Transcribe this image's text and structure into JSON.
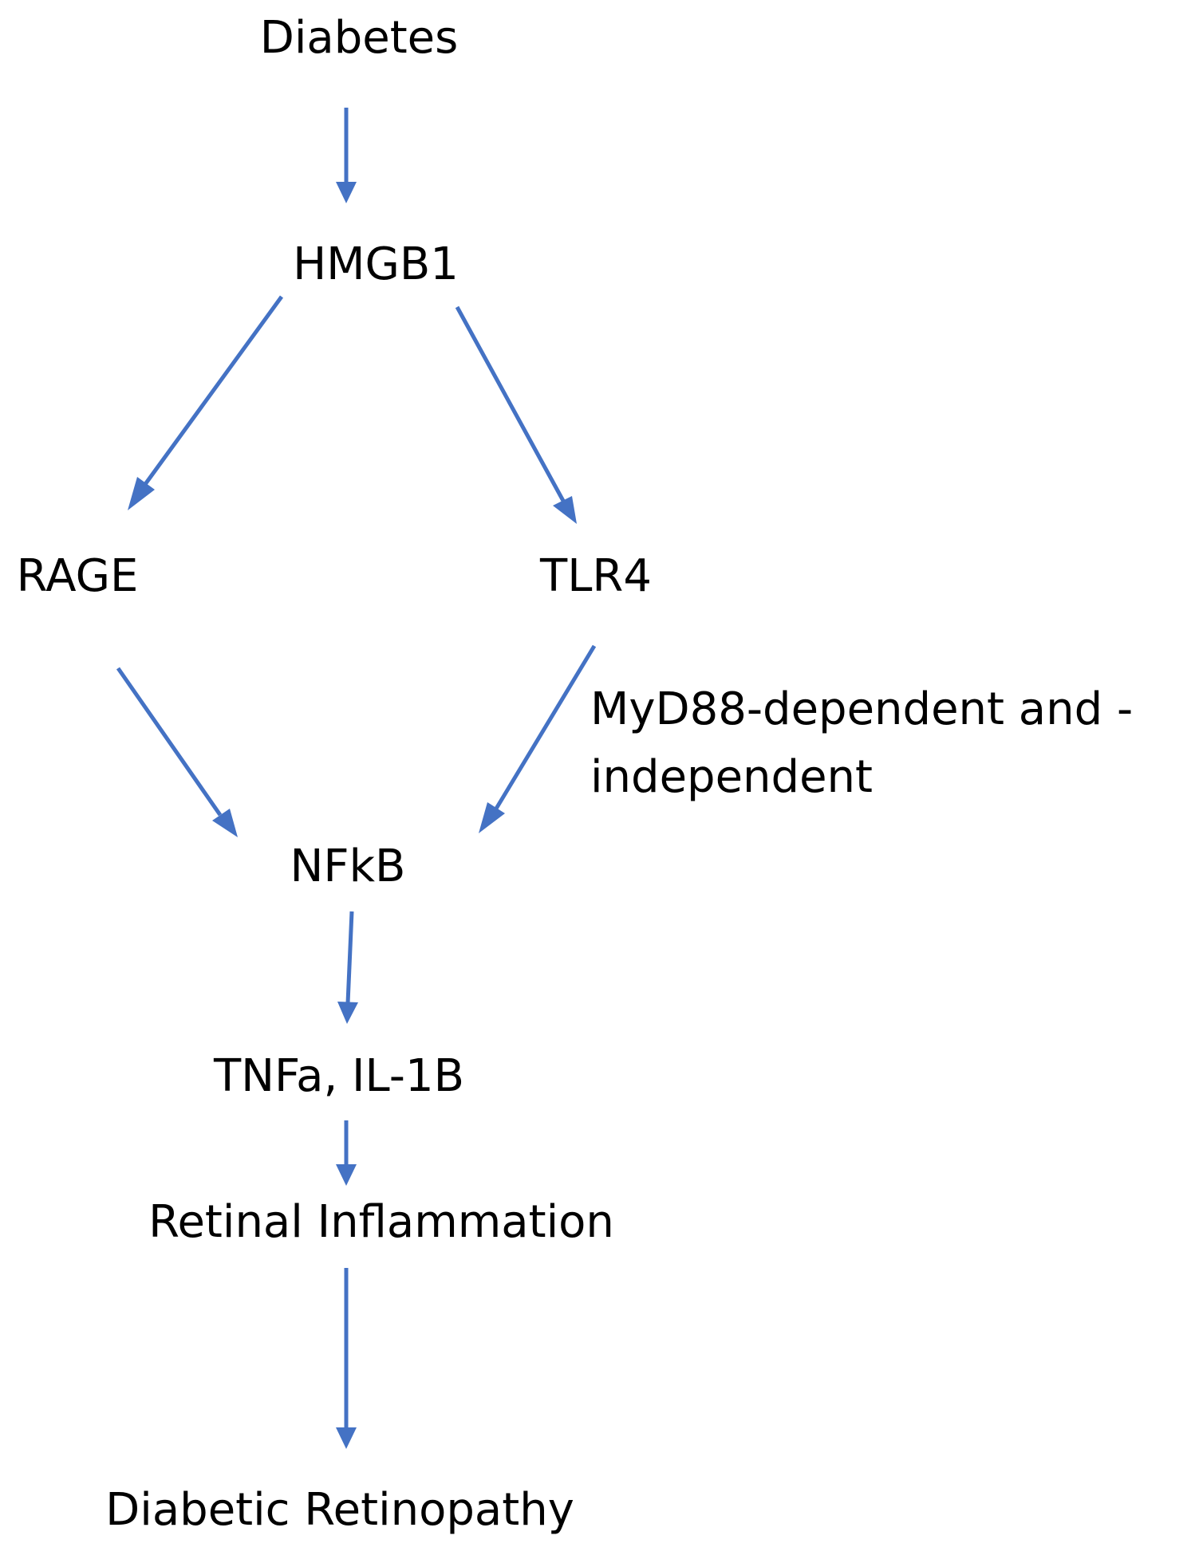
{
  "colors": {
    "arrow": "#4472C4",
    "text": "#000000",
    "background": "#ffffff"
  },
  "nodes": {
    "diabetes": "Diabetes",
    "hmgb1": "HMGB1",
    "rage": "RAGE",
    "tlr4": "TLR4",
    "nfkb": "NFkB",
    "cytokines": "TNFa, IL-1B",
    "inflammation": "Retinal Inflammation",
    "retinopathy": "Diabetic Retinopathy"
  },
  "edges": [
    {
      "from": "diabetes",
      "to": "hmgb1"
    },
    {
      "from": "hmgb1",
      "to": "rage"
    },
    {
      "from": "hmgb1",
      "to": "tlr4"
    },
    {
      "from": "rage",
      "to": "nfkb"
    },
    {
      "from": "tlr4",
      "to": "nfkb",
      "label_lines": [
        "MyD88-dependent and -",
        "independent"
      ]
    },
    {
      "from": "nfkb",
      "to": "cytokines"
    },
    {
      "from": "cytokines",
      "to": "inflammation"
    },
    {
      "from": "inflammation",
      "to": "retinopathy"
    }
  ]
}
